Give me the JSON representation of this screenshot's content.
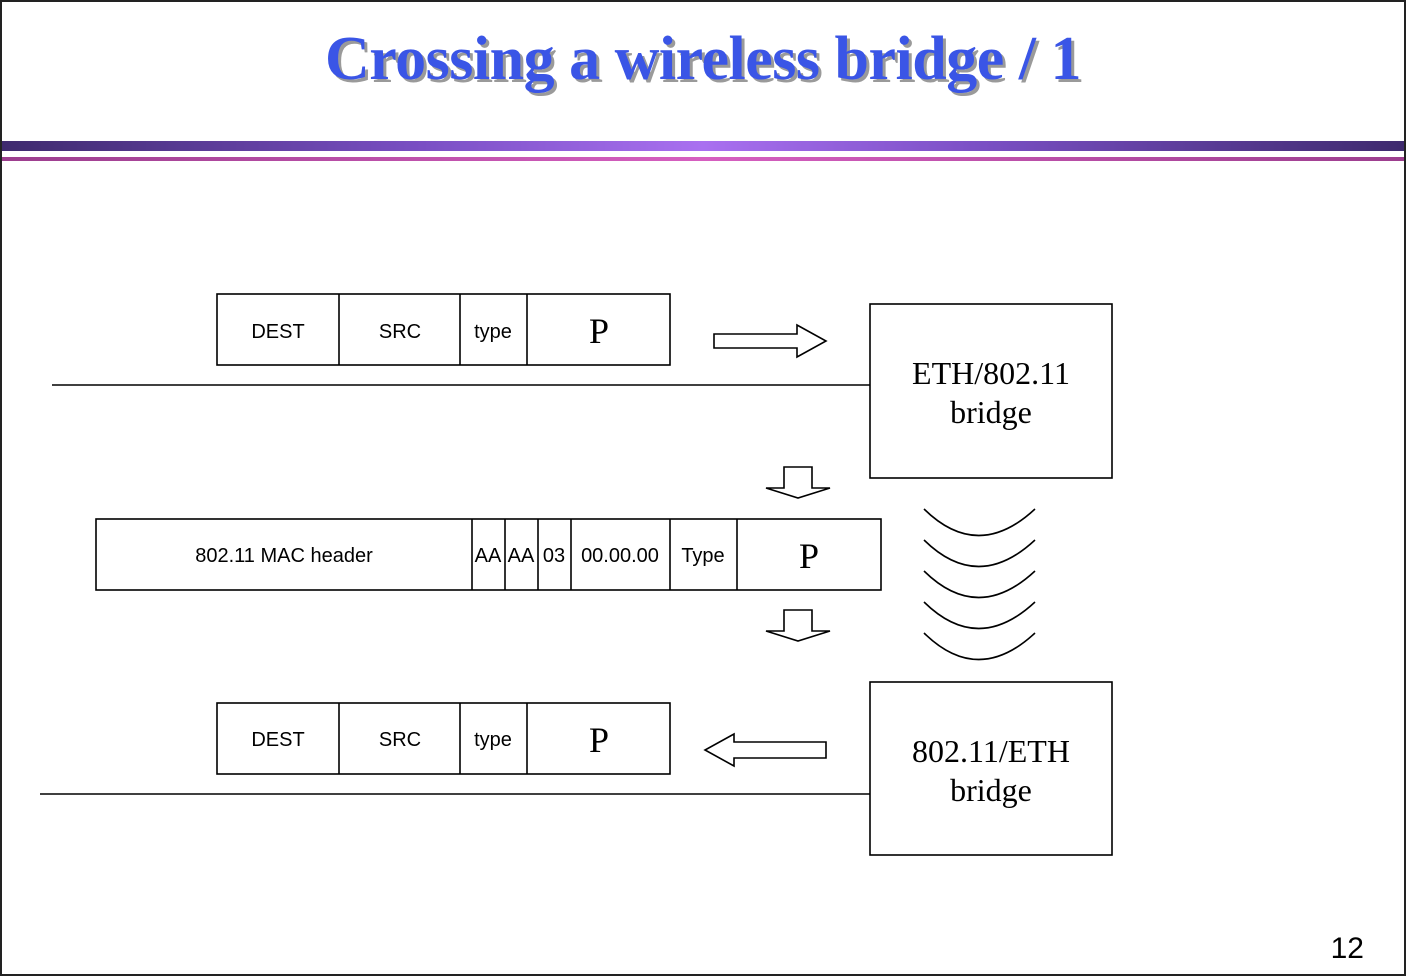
{
  "title": "Crossing a wireless bridge / 1",
  "page_number": "12",
  "frame_top": {
    "dest": "DEST",
    "src": "SRC",
    "type": "type",
    "payload": "P"
  },
  "frame_middle": {
    "mac_header": "802.11 MAC header",
    "aa1": "AA",
    "aa2": "AA",
    "ctrl": "03",
    "oui": "00.00.00",
    "type": "Type",
    "payload": "P"
  },
  "frame_bottom": {
    "dest": "DEST",
    "src": "SRC",
    "type": "type",
    "payload": "P"
  },
  "bridge_top": {
    "line1": "ETH/802.11",
    "line2": "bridge"
  },
  "bridge_bottom": {
    "line1": "802.11/ETH",
    "line2": "bridge"
  },
  "colors": {
    "title": "#3a55e6",
    "title_shadow": "#9a9a9a",
    "band_dark": "#3e2a6e",
    "band_light": "#a970f0",
    "band_pink": "#d65fc0"
  }
}
